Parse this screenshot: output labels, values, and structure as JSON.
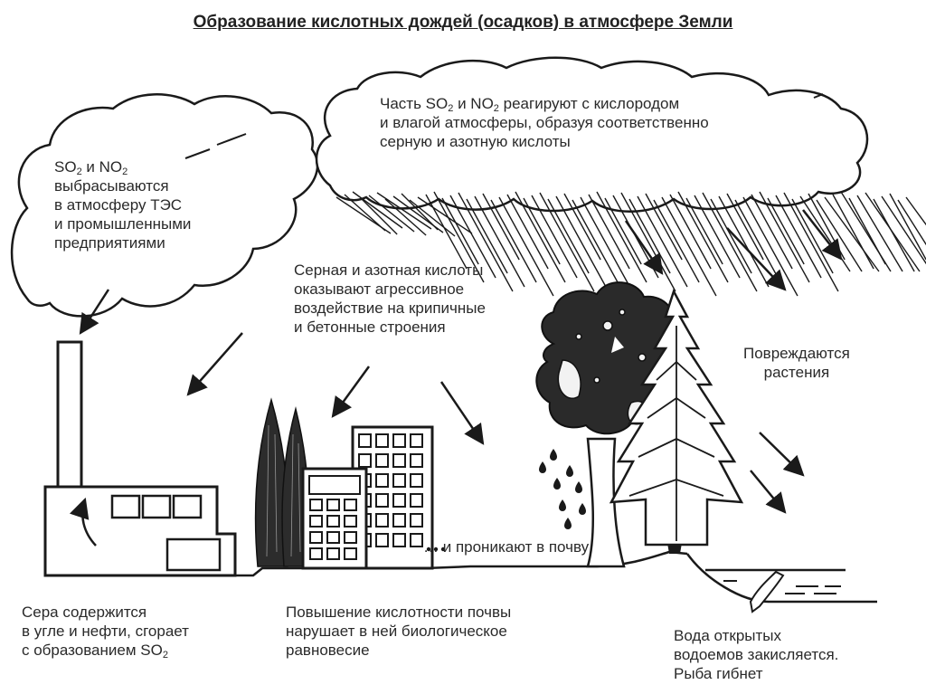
{
  "title": "Образование кислотных дождей (осадков) в атмосфере Земли",
  "labels": {
    "emission": {
      "l1_a": "SO",
      "l1_s1": "2",
      "l1_b": " и NO",
      "l1_s2": "2",
      "l2": "выбрасываются",
      "l3": "в атмосферу ТЭС",
      "l4": "и промышленными",
      "l5": "предприятиями"
    },
    "reaction": {
      "l1_a": "Часть SO",
      "l1_s1": "2",
      "l1_b": " и NO",
      "l1_s2": "2",
      "l1_c": " реагируют с кислородом",
      "l2": "и влагой атмосферы, образуя соответственно",
      "l3": "серную и азотную кислоты"
    },
    "buildings": {
      "l1": "Серная и азотная кислоты",
      "l2": "оказывают агрессивное",
      "l3": "воздействие на крипичные",
      "l4": "и бетонные строения"
    },
    "plants": {
      "l1": "Повреждаются",
      "l2": "растения"
    },
    "soil_penetration": "… и проникают в почву",
    "sulfur": {
      "l1": "Сера содержится",
      "l2": "в угле и нефти, сгорает",
      "l3_a": "с образованием SO",
      "l3_s": "2"
    },
    "soil": {
      "l1": "Повышение кислотности почвы",
      "l2": "нарушает в ней биологическое",
      "l3": "равновесие"
    },
    "water": {
      "l1": "Вода открытых",
      "l2": "водоемов закисляется.",
      "l3": "Рыба гибнет"
    }
  },
  "icons": [
    "cloud-icon",
    "rain-icon",
    "factory-icon",
    "chimney-icon",
    "cypress-icon",
    "building-icon",
    "tree-icon",
    "fir-icon",
    "pond-icon",
    "fish-icon",
    "arrow-icon",
    "droplet-icon"
  ]
}
